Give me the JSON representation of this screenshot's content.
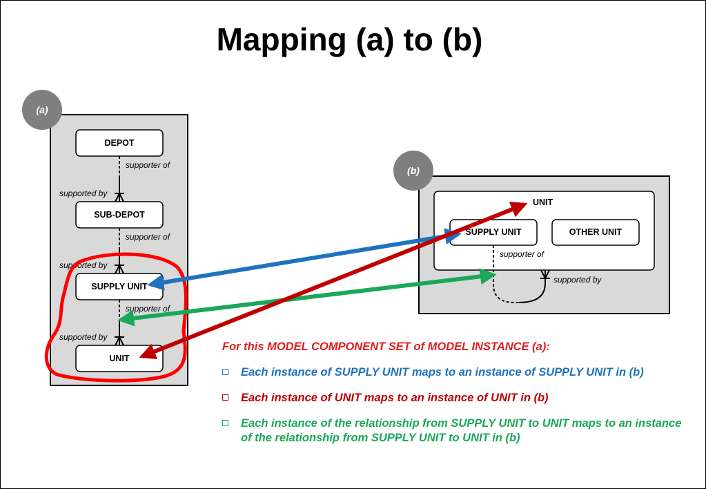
{
  "title": "Mapping (a) to (b)",
  "panel_a": {
    "badge": "(a)",
    "boxes": [
      "DEPOT",
      "SUB-DEPOT",
      "SUPPLY UNIT",
      "UNIT"
    ],
    "relationships": [
      {
        "from": "DEPOT",
        "to": "SUB-DEPOT",
        "label_supporter": "supporter of",
        "label_supported": "supported by"
      },
      {
        "from": "SUB-DEPOT",
        "to": "SUPPLY UNIT",
        "label_supporter": "supporter of",
        "label_supported": "supported by"
      },
      {
        "from": "SUPPLY UNIT",
        "to": "UNIT",
        "label_supporter": "supporter of",
        "label_supported": "supported by"
      }
    ]
  },
  "panel_b": {
    "badge": "(b)",
    "outer_box": "UNIT",
    "inner_boxes": [
      "SUPPLY UNIT",
      "OTHER UNIT"
    ],
    "label_supporter": "supporter of",
    "label_supported": "supported by"
  },
  "notes": {
    "intro": "For this MODEL COMPONENT SET of MODEL INSTANCE (a):",
    "items": [
      {
        "text": "Each instance of SUPPLY UNIT maps to an instance of SUPPLY UNIT in (b)",
        "color": "#1e73be"
      },
      {
        "text": "Each instance of UNIT maps to an instance of UNIT in (b)",
        "color": "#c00000"
      },
      {
        "text": "Each instance of the relationship from SUPPLY UNIT  to UNIT maps to an instance of the relationship from SUPPLY UNIT to UNIT in (b)",
        "color": "#1aa858"
      }
    ]
  },
  "colors": {
    "panel_fill": "#d9d9d9",
    "badge_fill": "#7f7f7f",
    "highlight": "#ff0000",
    "arrow_blue": "#1e73be",
    "arrow_red": "#c00000",
    "arrow_green": "#1aa858"
  }
}
